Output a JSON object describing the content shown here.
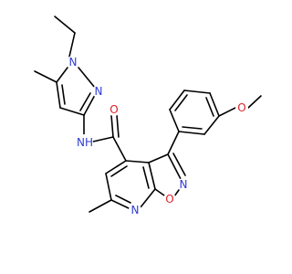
{
  "colors": {
    "bond": "#000000",
    "nitrogen": "#2f3bd6",
    "oxygen": "#e0202a",
    "background": "#ffffff"
  },
  "atoms": {
    "n_ring_pyrazole_top": "N",
    "n_ring_pyrazole_lower": "N",
    "n_amide": "NH",
    "o_carbonyl": "O",
    "o_methoxy": "O",
    "n_isoxazole": "N",
    "o_isoxazole": "O",
    "n_pyridine": "N"
  }
}
